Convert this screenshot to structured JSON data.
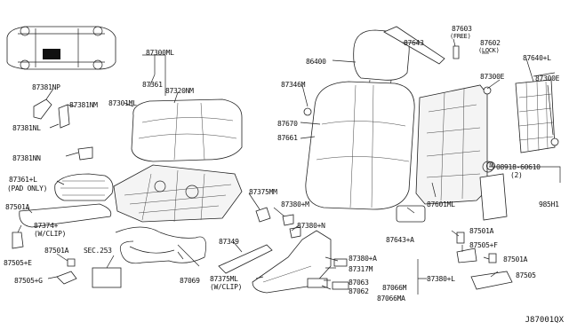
{
  "diagram_code": "J87001QX",
  "labels": {
    "p87381NP": "87381NP",
    "p87381NM": "87381NM",
    "p87381NL": "87381NL",
    "p87381NN": "87381NN",
    "p87361L": "87361+L",
    "p87361L_note": "(PAD ONLY)",
    "p87501A_a": "87501A",
    "p87374": "87374+",
    "p87374_note": "(W/CLIP)",
    "p87505E": "87505+E",
    "p87501A_b": "87501A",
    "p87505G": "87505+G",
    "pSEC253": "SEC.253",
    "p87300ML": "87300ML",
    "p87361": "87361",
    "p87320NM": "87320NM",
    "p87301ML": "87301ML",
    "p87375MM": "87375MM",
    "p87380M": "87380+M",
    "p87380N": "87380+N",
    "p87349": "87349",
    "p87375ML": "87375ML",
    "p87375ML_note": "(W/CLIP)",
    "p87069": "87069",
    "p86400": "86400",
    "p87643": "87643",
    "p87603": "87603",
    "p87603_note": "(FREE)",
    "p87602": "87602",
    "p87602_note": "(LOCK)",
    "p87640L": "87640+L",
    "p87300E_a": "87300E",
    "p87300E_b": "87300E",
    "p87346M": "87346M",
    "p87670": "87670",
    "p87661": "87661",
    "p08918": "08918-60610",
    "p08918_note": "(2)",
    "p985H1": "985H1",
    "p87601ML": "87601ML",
    "p87643A": "87643+A",
    "p87501A_c": "87501A",
    "p87505F": "87505+F",
    "p87501A_d": "87501A",
    "p87505": "87505",
    "p87380A": "87380+A",
    "p87317M": "87317M",
    "p87380L": "87380+L",
    "p87063": "87063",
    "p87062": "87062",
    "p87066M": "87066M",
    "p87066MA": "87066MA",
    "n_symbol": "N"
  }
}
